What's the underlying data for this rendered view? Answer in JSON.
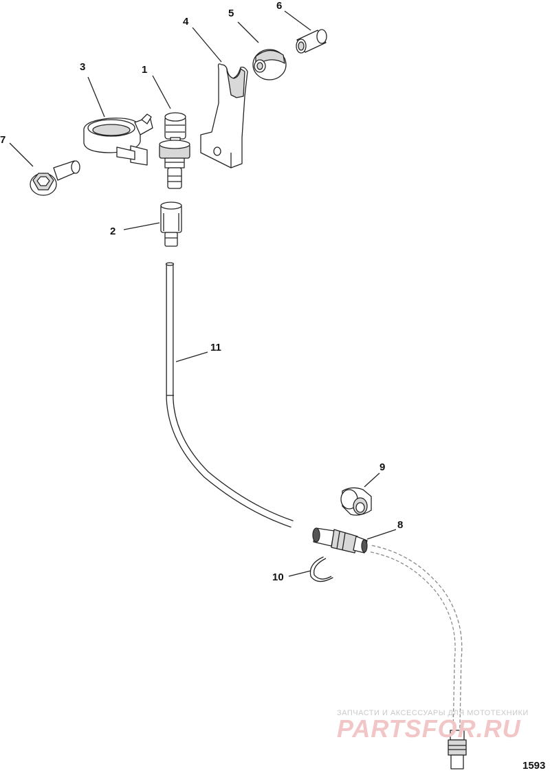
{
  "callouts": {
    "c1": "1",
    "c2": "2",
    "c3": "3",
    "c4": "4",
    "c5": "5",
    "c6": "6",
    "c7": "7",
    "c8": "8",
    "c9": "9",
    "c10": "10",
    "c11": "11"
  },
  "watermark": {
    "tagline": "ЗАПЧАСТИ И АКСЕССУАРЫ ДЛЯ МОТОТЕХНИКИ",
    "brand": "PARTSFOR.RU"
  },
  "figure_number": "1593"
}
